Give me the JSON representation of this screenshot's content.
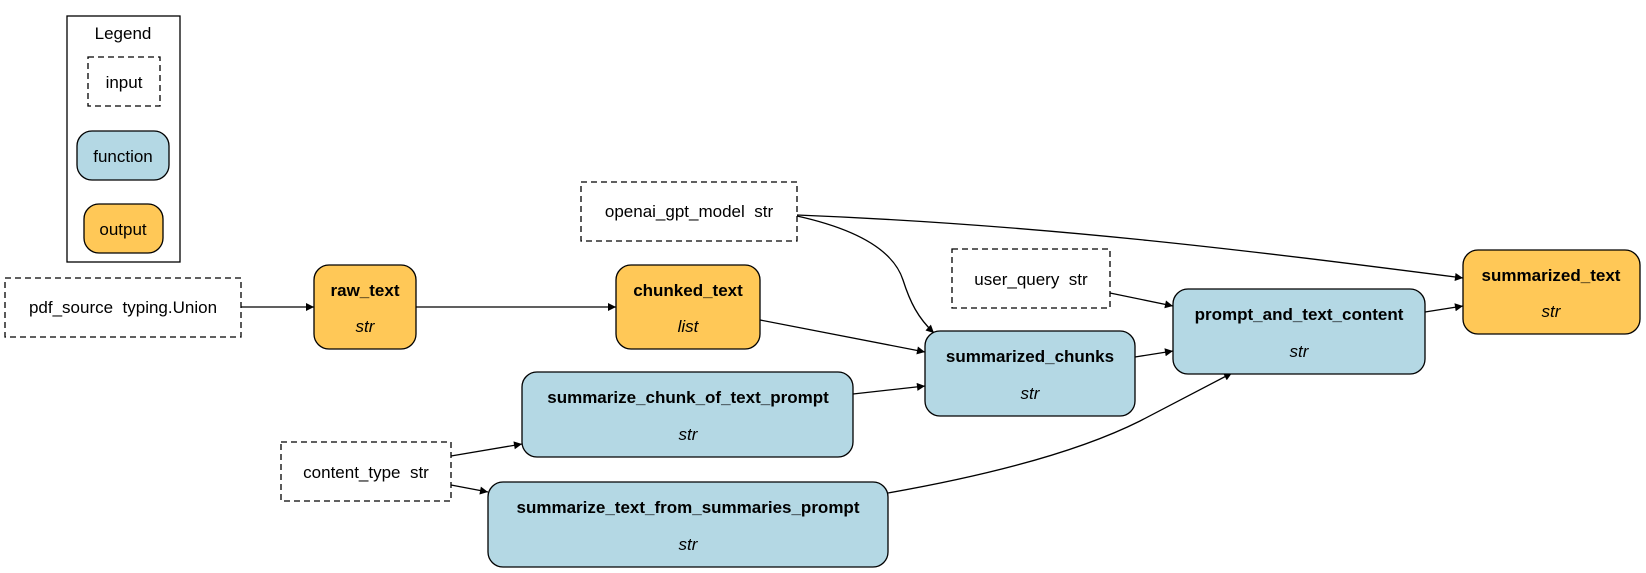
{
  "colors": {
    "function_fill": "#b4d8e4",
    "output_fill": "#ffc857",
    "input_fill": "#ffffff",
    "stroke": "#000000"
  },
  "legend": {
    "title": "Legend",
    "items": [
      {
        "kind": "input",
        "label": "input"
      },
      {
        "kind": "function",
        "label": "function"
      },
      {
        "kind": "output",
        "label": "output"
      }
    ]
  },
  "nodes": {
    "pdf_source": {
      "kind": "input",
      "label": "pdf_source  typing.Union"
    },
    "openai_gpt_model": {
      "kind": "input",
      "label": "openai_gpt_model  str"
    },
    "user_query": {
      "kind": "input",
      "label": "user_query  str"
    },
    "content_type": {
      "kind": "input",
      "label": "content_type  str"
    },
    "raw_text": {
      "kind": "output",
      "name": "raw_text",
      "type": "str"
    },
    "chunked_text": {
      "kind": "output",
      "name": "chunked_text",
      "type": "list"
    },
    "summarized_text": {
      "kind": "output",
      "name": "summarized_text",
      "type": "str"
    },
    "summarized_chunks": {
      "kind": "function",
      "name": "summarized_chunks",
      "type": "str"
    },
    "prompt_and_text_content": {
      "kind": "function",
      "name": "prompt_and_text_content",
      "type": "str"
    },
    "summarize_chunk_of_text_prompt": {
      "kind": "function",
      "name": "summarize_chunk_of_text_prompt",
      "type": "str"
    },
    "summarize_text_from_summaries_prompt": {
      "kind": "function",
      "name": "summarize_text_from_summaries_prompt",
      "type": "str"
    }
  },
  "edges": [
    {
      "from": "pdf_source",
      "to": "raw_text"
    },
    {
      "from": "raw_text",
      "to": "chunked_text"
    },
    {
      "from": "chunked_text",
      "to": "summarized_chunks"
    },
    {
      "from": "openai_gpt_model",
      "to": "summarized_chunks"
    },
    {
      "from": "openai_gpt_model",
      "to": "summarized_text"
    },
    {
      "from": "user_query",
      "to": "prompt_and_text_content"
    },
    {
      "from": "summarized_chunks",
      "to": "prompt_and_text_content"
    },
    {
      "from": "prompt_and_text_content",
      "to": "summarized_text"
    },
    {
      "from": "summarize_chunk_of_text_prompt",
      "to": "summarized_chunks"
    },
    {
      "from": "content_type",
      "to": "summarize_chunk_of_text_prompt"
    },
    {
      "from": "content_type",
      "to": "summarize_text_from_summaries_prompt"
    },
    {
      "from": "summarize_text_from_summaries_prompt",
      "to": "prompt_and_text_content"
    }
  ]
}
